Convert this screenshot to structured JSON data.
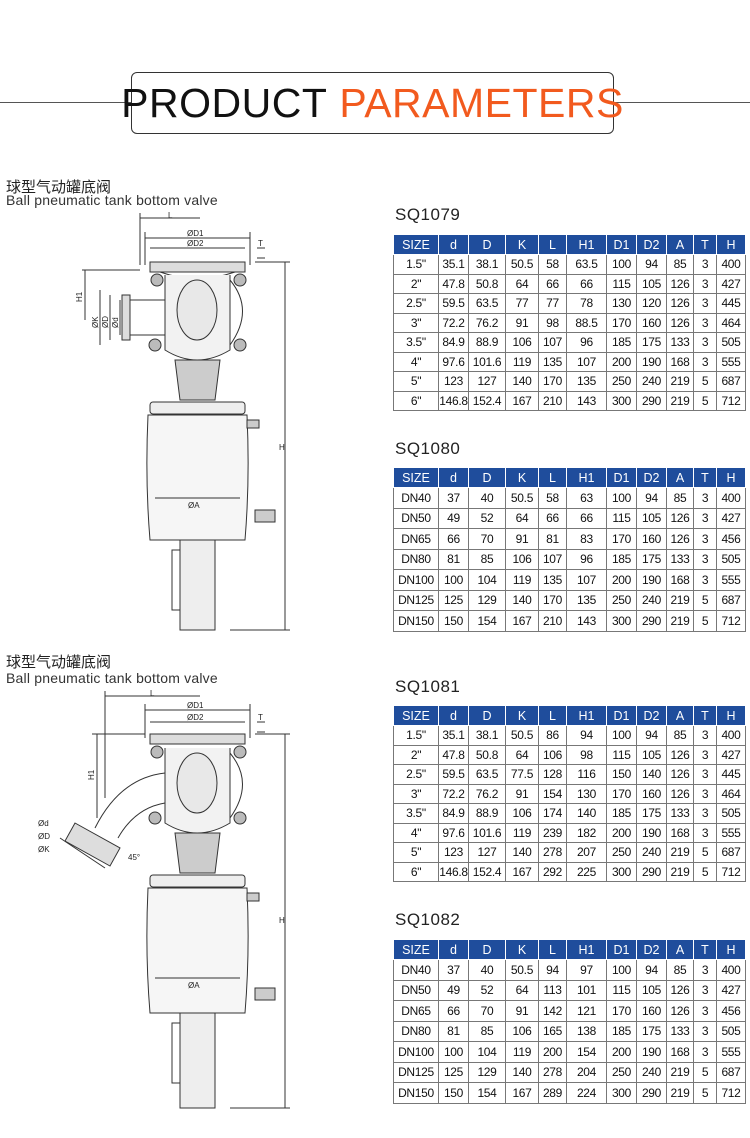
{
  "header": {
    "title_black": "PRODUCT",
    "title_orange": "PARAMETERS",
    "accent": "#f25a1e",
    "table_header_color": "#1f4d9c"
  },
  "sections": [
    {
      "title_cn": "球型气动罐底阀",
      "title_en": "Ball pneumatic tank bottom valve",
      "labels": {
        "D1": "ØD1",
        "D2": "ØD2",
        "L": "L",
        "T": "T",
        "H1": "H1",
        "K": "ØK",
        "D": "ØD",
        "d": "Ød",
        "A": "ØA",
        "H": "H"
      }
    },
    {
      "title_cn": "球型气动罐底阀",
      "title_en": "Ball pneumatic tank bottom valve",
      "labels": {
        "D1": "ØD1",
        "D2": "ØD2",
        "L": "L",
        "T": "T",
        "H1": "H1",
        "K": "ØK",
        "D": "ØD",
        "d": "Ød",
        "A": "ØA",
        "H": "H",
        "angle": "45°"
      }
    }
  ],
  "columns": [
    "SIZE",
    "d",
    "D",
    "K",
    "L",
    "H1",
    "D1",
    "D2",
    "A",
    "T",
    "H"
  ],
  "tables": [
    {
      "model": "SQ1079",
      "rows": [
        [
          "1.5\"",
          "35.1",
          "38.1",
          "50.5",
          "58",
          "63.5",
          "100",
          "94",
          "85",
          "3",
          "400"
        ],
        [
          "2\"",
          "47.8",
          "50.8",
          "64",
          "66",
          "66",
          "115",
          "105",
          "126",
          "3",
          "427"
        ],
        [
          "2.5\"",
          "59.5",
          "63.5",
          "77",
          "77",
          "78",
          "130",
          "120",
          "126",
          "3",
          "445"
        ],
        [
          "3\"",
          "72.2",
          "76.2",
          "91",
          "98",
          "88.5",
          "170",
          "160",
          "126",
          "3",
          "464"
        ],
        [
          "3.5\"",
          "84.9",
          "88.9",
          "106",
          "107",
          "96",
          "185",
          "175",
          "133",
          "3",
          "505"
        ],
        [
          "4\"",
          "97.6",
          "101.6",
          "119",
          "135",
          "107",
          "200",
          "190",
          "168",
          "3",
          "555"
        ],
        [
          "5\"",
          "123",
          "127",
          "140",
          "170",
          "135",
          "250",
          "240",
          "219",
          "5",
          "687"
        ],
        [
          "6\"",
          "146.8",
          "152.4",
          "167",
          "210",
          "143",
          "300",
          "290",
          "219",
          "5",
          "712"
        ]
      ]
    },
    {
      "model": "SQ1080",
      "rows": [
        [
          "DN40",
          "37",
          "40",
          "50.5",
          "58",
          "63",
          "100",
          "94",
          "85",
          "3",
          "400"
        ],
        [
          "DN50",
          "49",
          "52",
          "64",
          "66",
          "66",
          "115",
          "105",
          "126",
          "3",
          "427"
        ],
        [
          "DN65",
          "66",
          "70",
          "91",
          "81",
          "83",
          "170",
          "160",
          "126",
          "3",
          "456"
        ],
        [
          "DN80",
          "81",
          "85",
          "106",
          "107",
          "96",
          "185",
          "175",
          "133",
          "3",
          "505"
        ],
        [
          "DN100",
          "100",
          "104",
          "119",
          "135",
          "107",
          "200",
          "190",
          "168",
          "3",
          "555"
        ],
        [
          "DN125",
          "125",
          "129",
          "140",
          "170",
          "135",
          "250",
          "240",
          "219",
          "5",
          "687"
        ],
        [
          "DN150",
          "150",
          "154",
          "167",
          "210",
          "143",
          "300",
          "290",
          "219",
          "5",
          "712"
        ]
      ]
    },
    {
      "model": "SQ1081",
      "rows": [
        [
          "1.5\"",
          "35.1",
          "38.1",
          "50.5",
          "86",
          "94",
          "100",
          "94",
          "85",
          "3",
          "400"
        ],
        [
          "2\"",
          "47.8",
          "50.8",
          "64",
          "106",
          "98",
          "115",
          "105",
          "126",
          "3",
          "427"
        ],
        [
          "2.5\"",
          "59.5",
          "63.5",
          "77.5",
          "128",
          "116",
          "150",
          "140",
          "126",
          "3",
          "445"
        ],
        [
          "3\"",
          "72.2",
          "76.2",
          "91",
          "154",
          "130",
          "170",
          "160",
          "126",
          "3",
          "464"
        ],
        [
          "3.5\"",
          "84.9",
          "88.9",
          "106",
          "174",
          "140",
          "185",
          "175",
          "133",
          "3",
          "505"
        ],
        [
          "4\"",
          "97.6",
          "101.6",
          "119",
          "239",
          "182",
          "200",
          "190",
          "168",
          "3",
          "555"
        ],
        [
          "5\"",
          "123",
          "127",
          "140",
          "278",
          "207",
          "250",
          "240",
          "219",
          "5",
          "687"
        ],
        [
          "6\"",
          "146.8",
          "152.4",
          "167",
          "292",
          "225",
          "300",
          "290",
          "219",
          "5",
          "712"
        ]
      ]
    },
    {
      "model": "SQ1082",
      "rows": [
        [
          "DN40",
          "37",
          "40",
          "50.5",
          "94",
          "97",
          "100",
          "94",
          "85",
          "3",
          "400"
        ],
        [
          "DN50",
          "49",
          "52",
          "64",
          "113",
          "101",
          "115",
          "105",
          "126",
          "3",
          "427"
        ],
        [
          "DN65",
          "66",
          "70",
          "91",
          "142",
          "121",
          "170",
          "160",
          "126",
          "3",
          "456"
        ],
        [
          "DN80",
          "81",
          "85",
          "106",
          "165",
          "138",
          "185",
          "175",
          "133",
          "3",
          "505"
        ],
        [
          "DN100",
          "100",
          "104",
          "119",
          "200",
          "154",
          "200",
          "190",
          "168",
          "3",
          "555"
        ],
        [
          "DN125",
          "125",
          "129",
          "140",
          "278",
          "204",
          "250",
          "240",
          "219",
          "5",
          "687"
        ],
        [
          "DN150",
          "150",
          "154",
          "167",
          "289",
          "224",
          "300",
          "290",
          "219",
          "5",
          "712"
        ]
      ]
    }
  ]
}
